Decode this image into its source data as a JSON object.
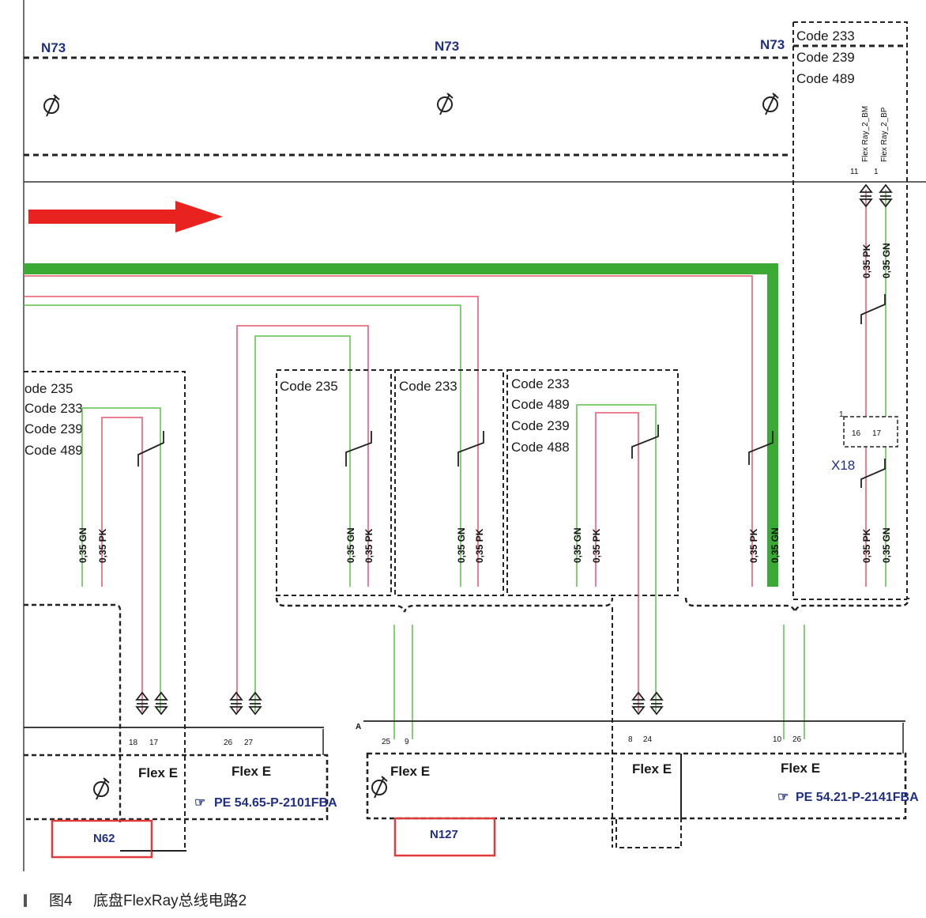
{
  "colors": {
    "pk": "#e8556f",
    "gn": "#5cc14a",
    "gn_bus": "#3aaa35",
    "arrow": "#e8221e",
    "box_red": "#e03a3a",
    "label_blue": "#1f2f86"
  },
  "top": {
    "n73": "N73"
  },
  "codes": {
    "c233": "Code 233",
    "c239": "Code 239",
    "c489": "Code 489",
    "c235_cut": "ode 235",
    "c235": "Code 235",
    "c488": "Code 488"
  },
  "wires": {
    "gn": "0,35 GN",
    "pk": "0,35 PK"
  },
  "pins": {
    "p11": "11",
    "p1": "1",
    "p16": "16",
    "p17": "17",
    "p18": "18",
    "p26": "26",
    "p27": "27",
    "p25": "25",
    "p9": "9",
    "p8": "8",
    "p24": "24",
    "p10": "10",
    "pA": "A",
    "pX1": "1"
  },
  "connectors": {
    "x18": "X18"
  },
  "vertical": {
    "v1": "Flex Ray_2_BM",
    "v2": "Flex Ray_2_BP"
  },
  "flex": "Flex E",
  "refs": {
    "r1": "PE 54.65-P-2101FBA",
    "r2": "PE 54.21-P-2141FBA"
  },
  "modules": {
    "n62": "N62",
    "n127": "N127"
  },
  "caption": {
    "fig": "图4",
    "title": "底盘FlexRay总线电路2"
  }
}
